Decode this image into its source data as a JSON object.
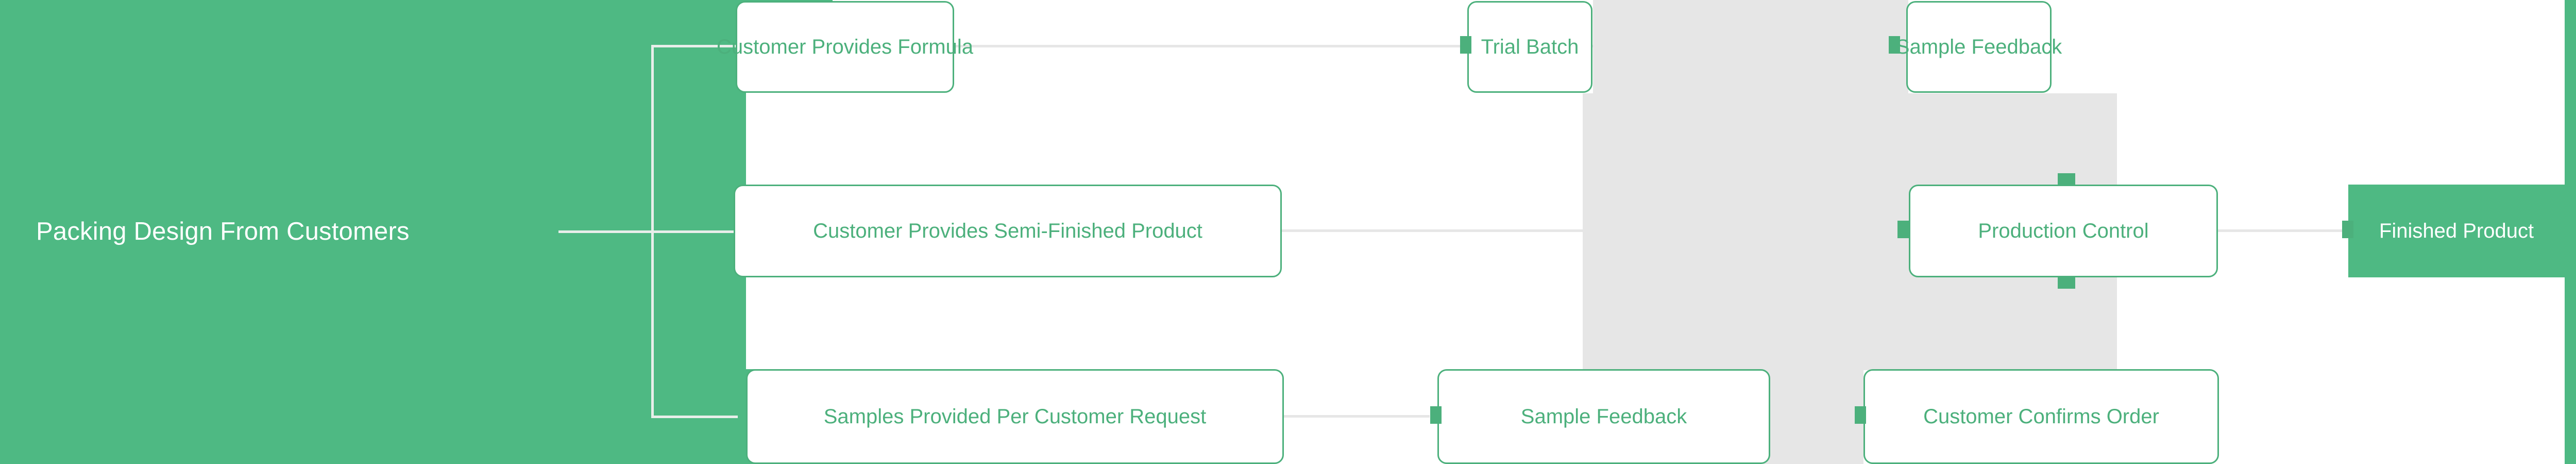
{
  "diagram": {
    "title": "Packing Design From Customers",
    "type": "flowchart",
    "colors": {
      "brand_green": "#4eb983",
      "node_border_green": "#4cb07c",
      "node_text_green": "#4cb07c",
      "band_gray": "#e6e6e6",
      "connector_white": "#e8eeea",
      "node_fill_white": "#ffffff",
      "root_text_white": "#ffffff"
    },
    "root": {
      "label": "Packing Design From Customers"
    },
    "nodes": [
      {
        "id": "formula",
        "label": "Customer Provides Formula",
        "style": "outlined",
        "row": "top"
      },
      {
        "id": "semi",
        "label": "Customer Provides Semi-Finished Product",
        "style": "outlined",
        "row": "middle"
      },
      {
        "id": "samples",
        "label": "Samples Provided Per Customer Request",
        "style": "outlined",
        "row": "bottom"
      },
      {
        "id": "trial",
        "label": "Trial Batch",
        "style": "outlined",
        "row": "top"
      },
      {
        "id": "feedback_top",
        "label": "Sample Feedback",
        "style": "outlined",
        "row": "top"
      },
      {
        "id": "feedback_bottom",
        "label": "Sample Feedback",
        "style": "outlined",
        "row": "bottom"
      },
      {
        "id": "confirm",
        "label": "Customer Confirms Order",
        "style": "outlined",
        "row": "bottom"
      },
      {
        "id": "production",
        "label": "Production Control",
        "style": "outlined",
        "row": "middle"
      },
      {
        "id": "finished",
        "label": "Finished Product",
        "style": "filled",
        "row": "middle"
      }
    ],
    "edges": [
      {
        "from": "root",
        "to": "formula"
      },
      {
        "from": "root",
        "to": "semi"
      },
      {
        "from": "root",
        "to": "samples"
      },
      {
        "from": "formula",
        "to": "trial"
      },
      {
        "from": "trial",
        "to": "feedback_top"
      },
      {
        "from": "feedback_top",
        "to": "production"
      },
      {
        "from": "semi",
        "to": "production"
      },
      {
        "from": "samples",
        "to": "feedback_bottom"
      },
      {
        "from": "feedback_bottom",
        "to": "confirm"
      },
      {
        "from": "confirm",
        "to": "production"
      },
      {
        "from": "production",
        "to": "finished"
      }
    ]
  }
}
